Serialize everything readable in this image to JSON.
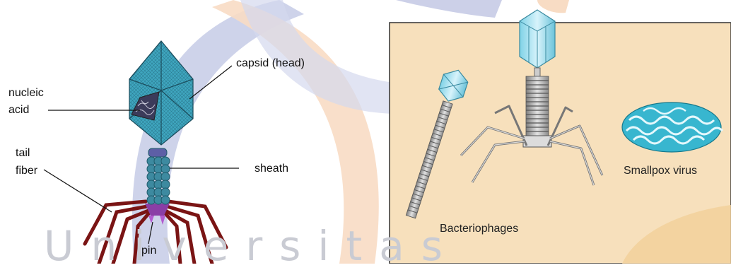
{
  "left_panel": {
    "labels": {
      "capsid": "capsid (head)",
      "nucleic_1": "nucleic",
      "nucleic_2": "acid",
      "tail_1": "tail",
      "tail_2": "fiber",
      "sheath": "sheath",
      "pin": "pin"
    }
  },
  "right_panel": {
    "labels": {
      "bacteriophages": "Bacteriophages",
      "smallpox": "Smallpox virus"
    }
  },
  "watermark": {
    "text": "Universitas",
    "logo": "concentric arcs logo"
  },
  "colors": {
    "capsid_blue": "#3fa6bf",
    "tail_fiber_red": "#7a1414",
    "panel_bg": "#f7e0bc",
    "smallpox_teal": "#38b6cf",
    "logo_blue": "#c6cbe6",
    "logo_orange": "#f8dcc4"
  }
}
